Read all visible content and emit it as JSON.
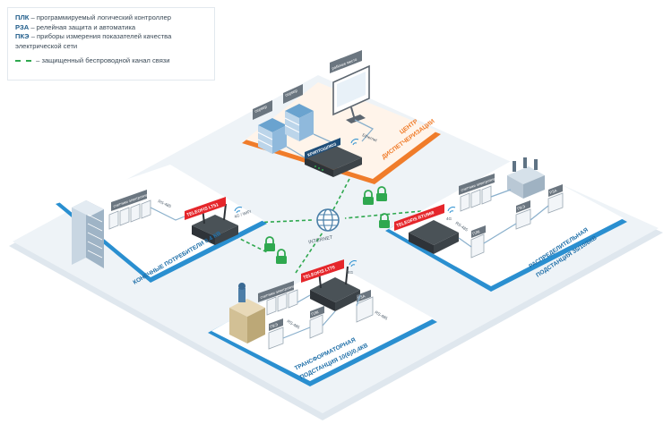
{
  "legend": {
    "plc_abbr": "ПЛК",
    "plc_text": "– программируемый логический контроллер",
    "rza_abbr": "РЗА",
    "rza_text": "– релейная защита и автоматика",
    "pke_abbr": "ПКЭ",
    "pke_text_1": "– приборы измерения показателей качества",
    "pke_text_2": "электрической сети",
    "channel_text": "– защищенный беспроводной канал связи"
  },
  "center": {
    "title_1": "ЦЕНТР",
    "title_2": "ДИСПЕТЧЕРИЗАЦИИ",
    "server_label_1": "сервер",
    "server_label_2": "сервер",
    "monitor_label": "рабочее место",
    "gateway_label": "КРИПТОШЛЮЗ",
    "ethernet_label": "Ethernet"
  },
  "consumers": {
    "title": "КОНЕЧНЫЕ ПОТРЕБИТЕЛИ  0,4 КВ",
    "device": "TELEOFIS LT51",
    "meters_label": "счетчики электроэнергии",
    "iface_1": "RS-485",
    "iface_2": "4G / WIFI"
  },
  "distribution": {
    "title_1": "РАСПРЕДЕЛИТЕЛЬНАЯ",
    "title_2": "ПОДСТАНЦИЯ 35/10/6КВ",
    "device": "TELEOFIS RTU968",
    "meters_label": "счетчики электроэнергии",
    "plc_label": "ПЛК",
    "pke_label": "ПКЭ",
    "rza_label": "РЗА",
    "iface_1": "RS-485",
    "iface_2": "4G"
  },
  "transformer": {
    "title_1": "ТРАНСФОРМАТОРНАЯ",
    "title_2": "ПОДСТАНЦИЯ 10(6)/0,4КВ",
    "device": "TELEOFIS LT70",
    "meters_label": "счетчики электроэнергии",
    "plc_label": "ПЛК",
    "pke_label": "ПКЭ",
    "rza_label": "РЗА",
    "iface_1": "RS-485",
    "iface_2": "RS-485",
    "iface_3": "4G"
  },
  "internet_label": "INTERNET",
  "colors": {
    "platform": "#eef3f7",
    "platform_edge": "#d7e2ea",
    "blue_border": "#2a8fd0",
    "orange_border": "#f07c2a",
    "green": "#2fa84f",
    "red_label": "#e5262b",
    "device_dark": "#2e3338",
    "title_blue": "#1f6fa8"
  }
}
